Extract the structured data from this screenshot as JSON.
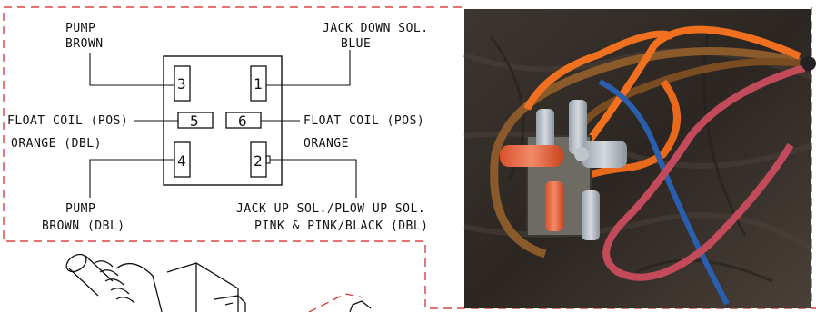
{
  "diagram": {
    "pins": {
      "p1": "1",
      "p2": "2",
      "p3": "3",
      "p4": "4",
      "p5": "5",
      "p6": "6"
    },
    "labels": {
      "pump_brown_l1": "PUMP",
      "pump_brown_l2": "BROWN",
      "jack_down_l1": "JACK DOWN SOL.",
      "jack_down_l2": "BLUE",
      "float_left_l1": "FLOAT COIL (POS)",
      "float_left_l2": "ORANGE (DBL)",
      "float_right_l1": "FLOAT COIL (POS)",
      "float_right_l2": "ORANGE",
      "pump_dbl_l1": "PUMP",
      "pump_dbl_l2": "BROWN (DBL)",
      "jack_up_l1": "JACK UP SOL./PLOW UP SOL.",
      "jack_up_l2": "PINK & PINK/BLACK (DBL)"
    },
    "colors": {
      "callout_line": "#d42020",
      "line": "#111111",
      "wire_orange": "#f07020",
      "wire_brown": "#8a5a2b",
      "wire_blue": "#2a5fb0",
      "wire_pink": "#c24a5a"
    }
  }
}
